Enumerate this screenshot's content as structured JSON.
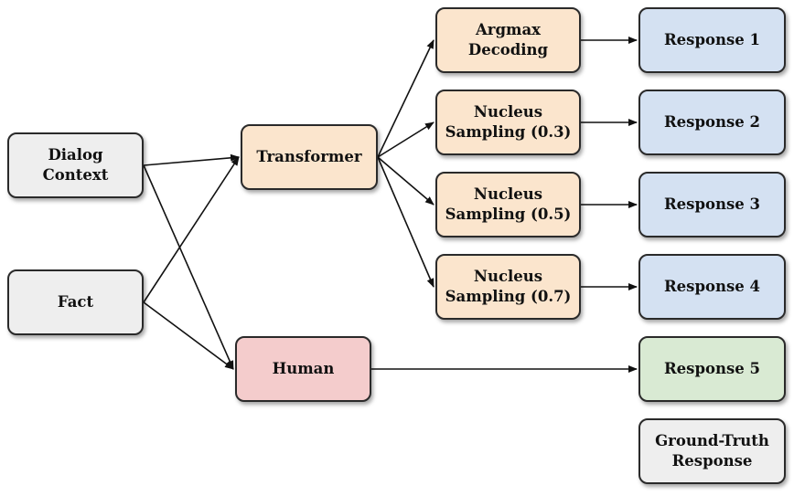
{
  "nodes": {
    "dialog_context": "Dialog\nContext",
    "fact": "Fact",
    "transformer": "Transformer",
    "human": "Human",
    "argmax": "Argmax\nDecoding",
    "nucleus_03": "Nucleus\nSampling (0.3)",
    "nucleus_05": "Nucleus\nSampling (0.5)",
    "nucleus_07": "Nucleus\nSampling (0.7)",
    "response_1": "Response 1",
    "response_2": "Response 2",
    "response_3": "Response 3",
    "response_4": "Response 4",
    "response_5": "Response 5",
    "ground_truth": "Ground-Truth\nResponse"
  },
  "colors": {
    "input": "#eeeeee",
    "model": "#fbe5cd",
    "response": "#d4e1f2",
    "human": "#f4cccc",
    "human_response": "#d9ead3",
    "edge": "#111111"
  },
  "edges": [
    [
      "dialog_context",
      "transformer"
    ],
    [
      "dialog_context",
      "human"
    ],
    [
      "fact",
      "transformer"
    ],
    [
      "fact",
      "human"
    ],
    [
      "transformer",
      "argmax"
    ],
    [
      "transformer",
      "nucleus_03"
    ],
    [
      "transformer",
      "nucleus_05"
    ],
    [
      "transformer",
      "nucleus_07"
    ],
    [
      "argmax",
      "response_1"
    ],
    [
      "nucleus_03",
      "response_2"
    ],
    [
      "nucleus_05",
      "response_3"
    ],
    [
      "nucleus_07",
      "response_4"
    ],
    [
      "human",
      "response_5"
    ]
  ]
}
